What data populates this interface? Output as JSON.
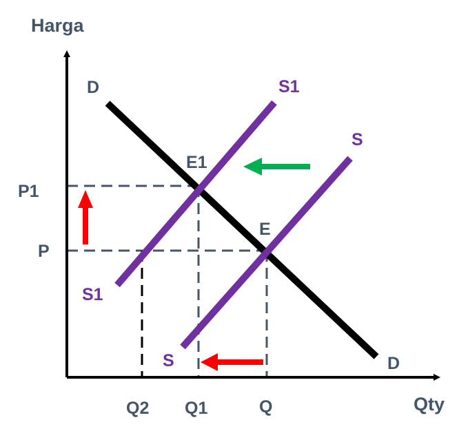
{
  "diagram": {
    "title": "",
    "y_axis_label": "Harga",
    "x_axis_label": "Qty",
    "price_levels": {
      "p": "P",
      "p1": "P1"
    },
    "quantity_levels": {
      "q2": "Q2",
      "q1": "Q1",
      "q": "Q"
    },
    "curves": {
      "demand": {
        "label_top": "D",
        "label_bottom": "D",
        "color": "#000000"
      },
      "supply": {
        "label_top": "S",
        "label_bottom": "S",
        "color": "#7030a0"
      },
      "supply_shifted": {
        "label_top": "S1",
        "label_bottom": "S1",
        "color": "#7030a0"
      }
    },
    "equilibria": {
      "original": "E",
      "new": "E1"
    },
    "arrows": {
      "price_up": {
        "color": "#ff0000",
        "icon": "arrow-up-icon"
      },
      "supply_shift_left": {
        "color": "#00b050",
        "icon": "arrow-left-icon"
      },
      "quantity_shift_left": {
        "color": "#ff0000",
        "icon": "arrow-left-icon"
      }
    },
    "guide_line_color": "#44546a",
    "text_color": "#44546a"
  }
}
